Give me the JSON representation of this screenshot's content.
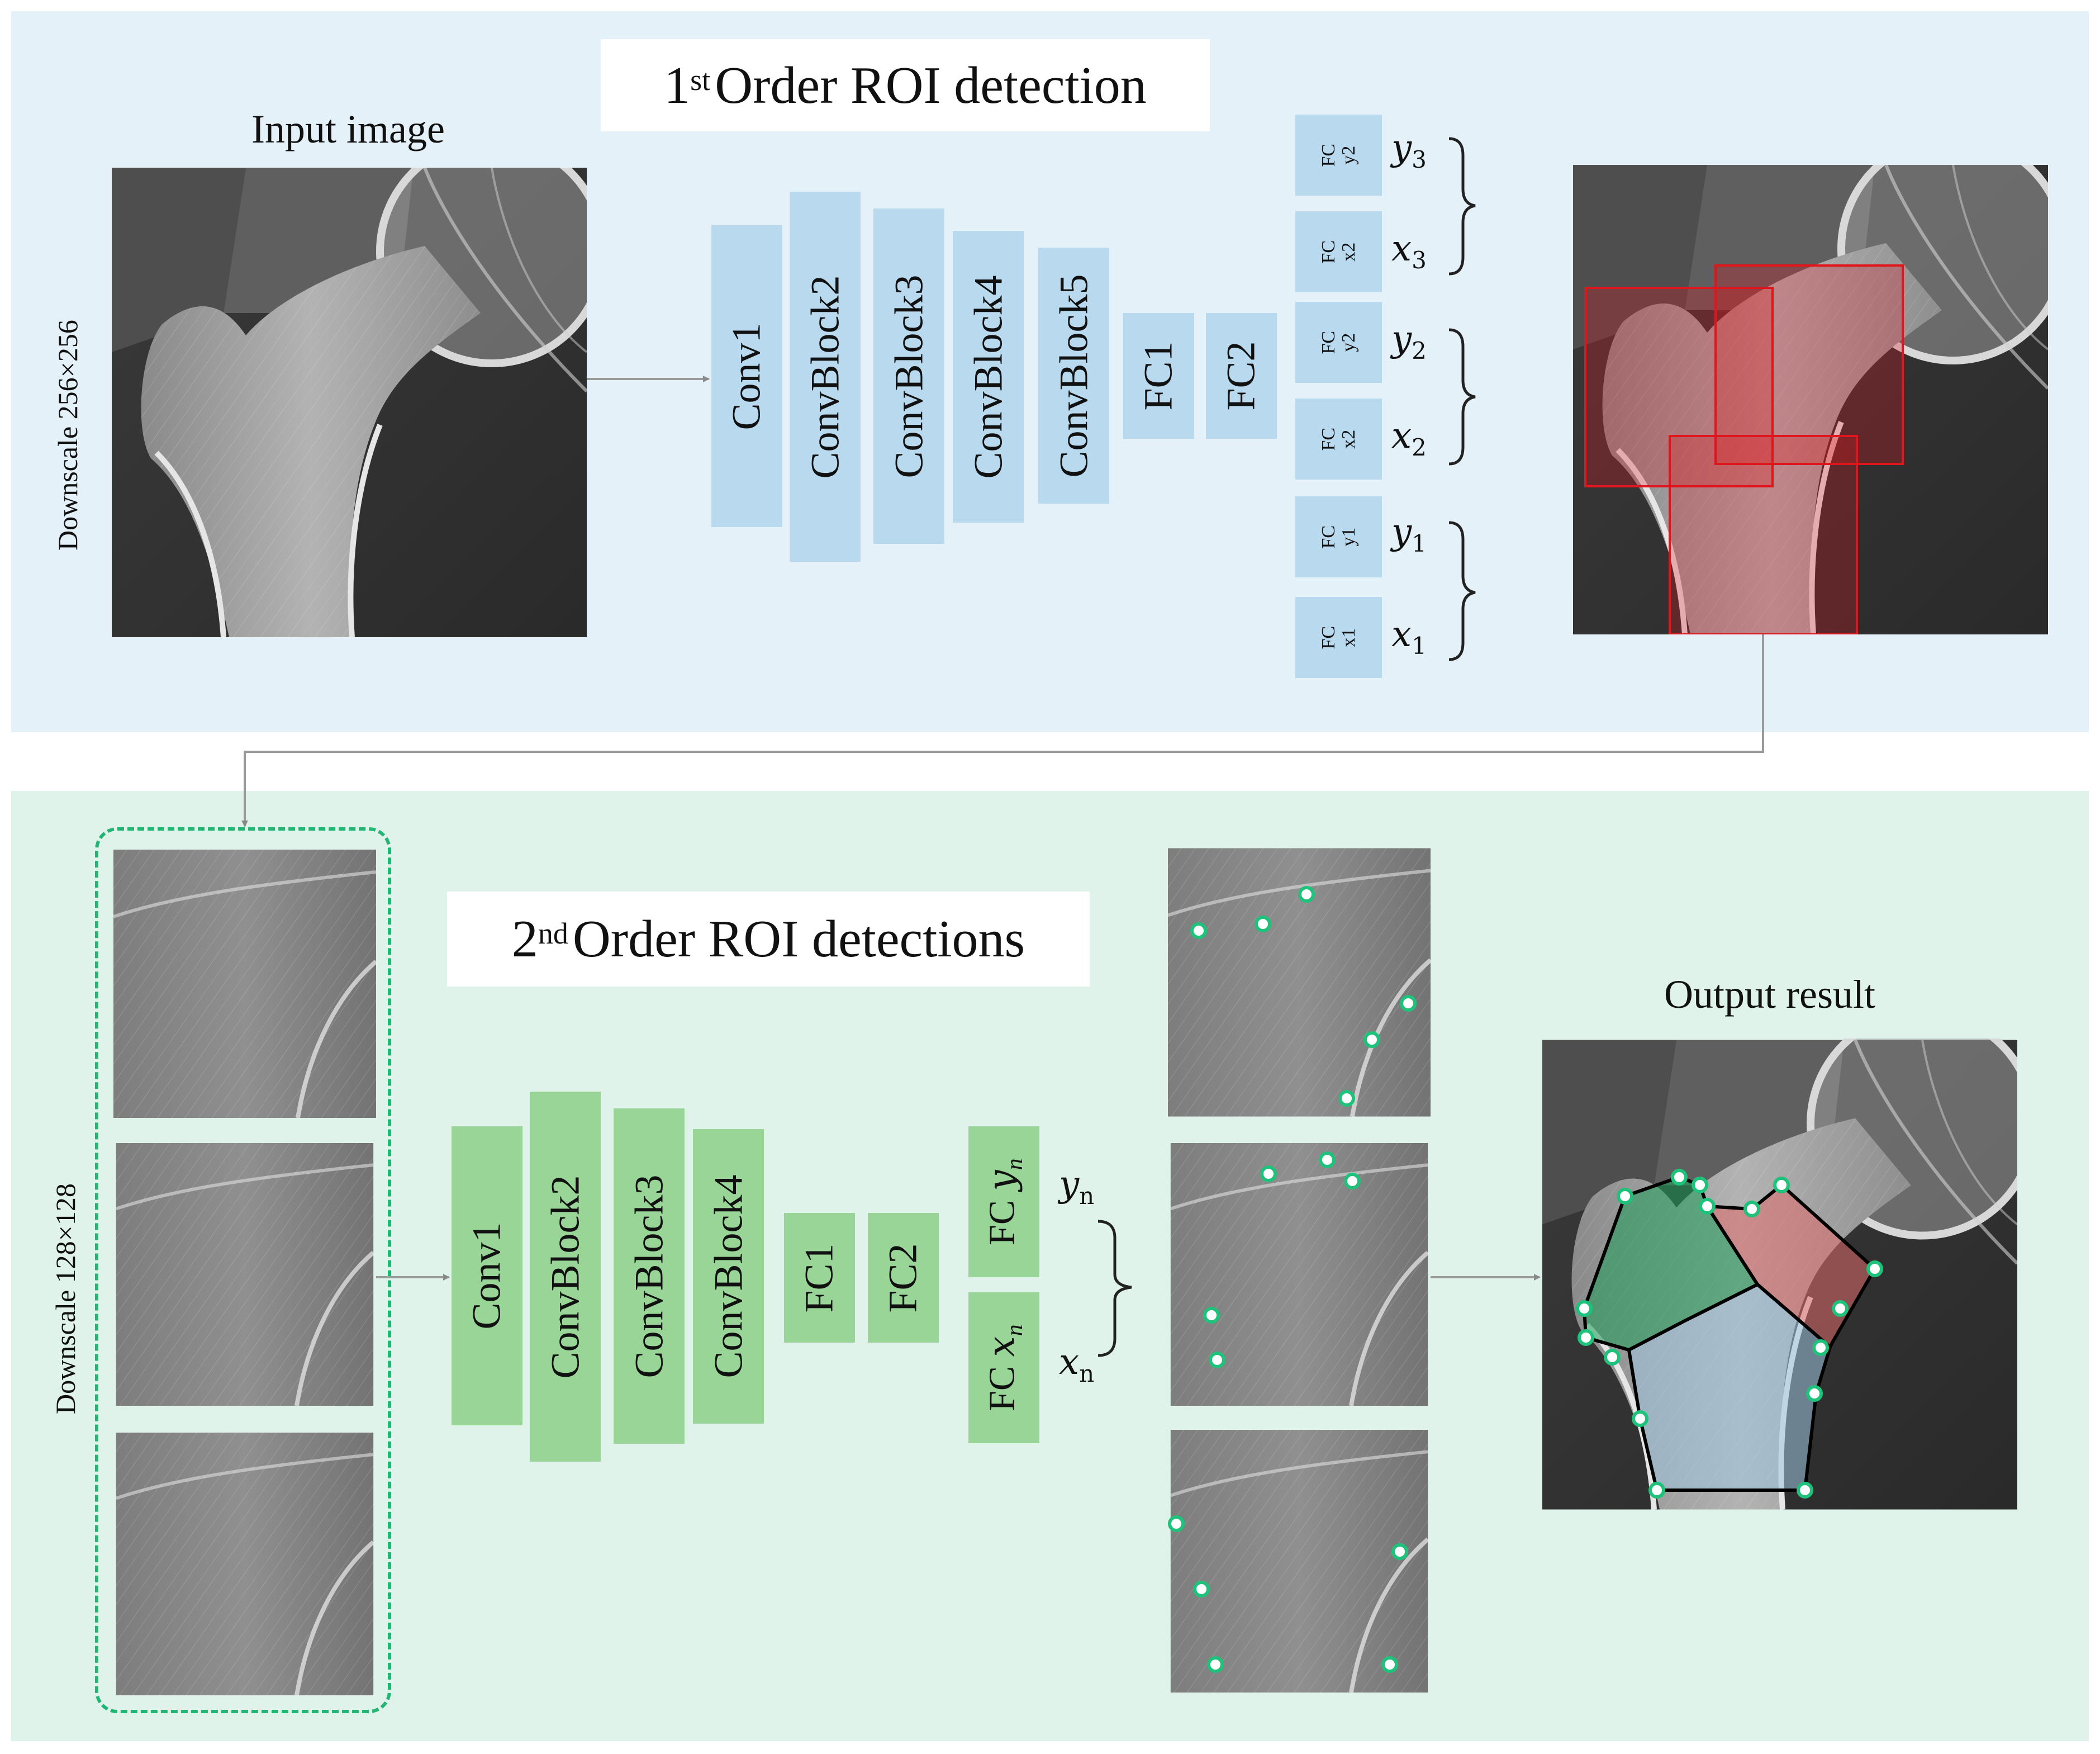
{
  "panel1": {
    "title_prefix": "1",
    "title_sup": "st",
    "title_suffix": "Order ROI detection",
    "input_label": "Input image",
    "downscale_label": "Downscale 256×256",
    "blocks": [
      "Conv1",
      "ConvBlock2",
      "ConvBlock3",
      "ConvBlock4",
      "ConvBlock5",
      "FC1",
      "FC2"
    ],
    "fc_heads": [
      {
        "top": "FC",
        "bottom": "y2",
        "var": "y",
        "sub": "3"
      },
      {
        "top": "FC",
        "bottom": "x2",
        "var": "x",
        "sub": "3"
      },
      {
        "top": "FC",
        "bottom": "y2",
        "var": "y",
        "sub": "2"
      },
      {
        "top": "FC",
        "bottom": "x2",
        "var": "x",
        "sub": "2"
      },
      {
        "top": "FC",
        "bottom": "y1",
        "var": "y",
        "sub": "1"
      },
      {
        "top": "FC",
        "bottom": "x1",
        "var": "x",
        "sub": "1"
      }
    ]
  },
  "panel2": {
    "title_prefix": "2",
    "title_sup": "nd",
    "title_suffix": "Order ROI detections",
    "output_label": "Output result",
    "downscale_label": "Downscale 128×128",
    "blocks": [
      "Conv1",
      "ConvBlock2",
      "ConvBlock3",
      "ConvBlock4",
      "FC1",
      "FC2"
    ],
    "fc_heads": [
      {
        "label": "FC",
        "var": "y",
        "sub": "n"
      },
      {
        "label": "FC",
        "var": "x",
        "sub": "n"
      }
    ]
  },
  "colors": {
    "panel1_bg": "#e5f1f8",
    "panel2_bg": "#dff3ea",
    "blue_block": "#b9d9ee",
    "green_block": "#98d596",
    "roi_red": "#e0161c",
    "landmark_green": "#1ec27a",
    "dashed_frame": "#22b573"
  }
}
